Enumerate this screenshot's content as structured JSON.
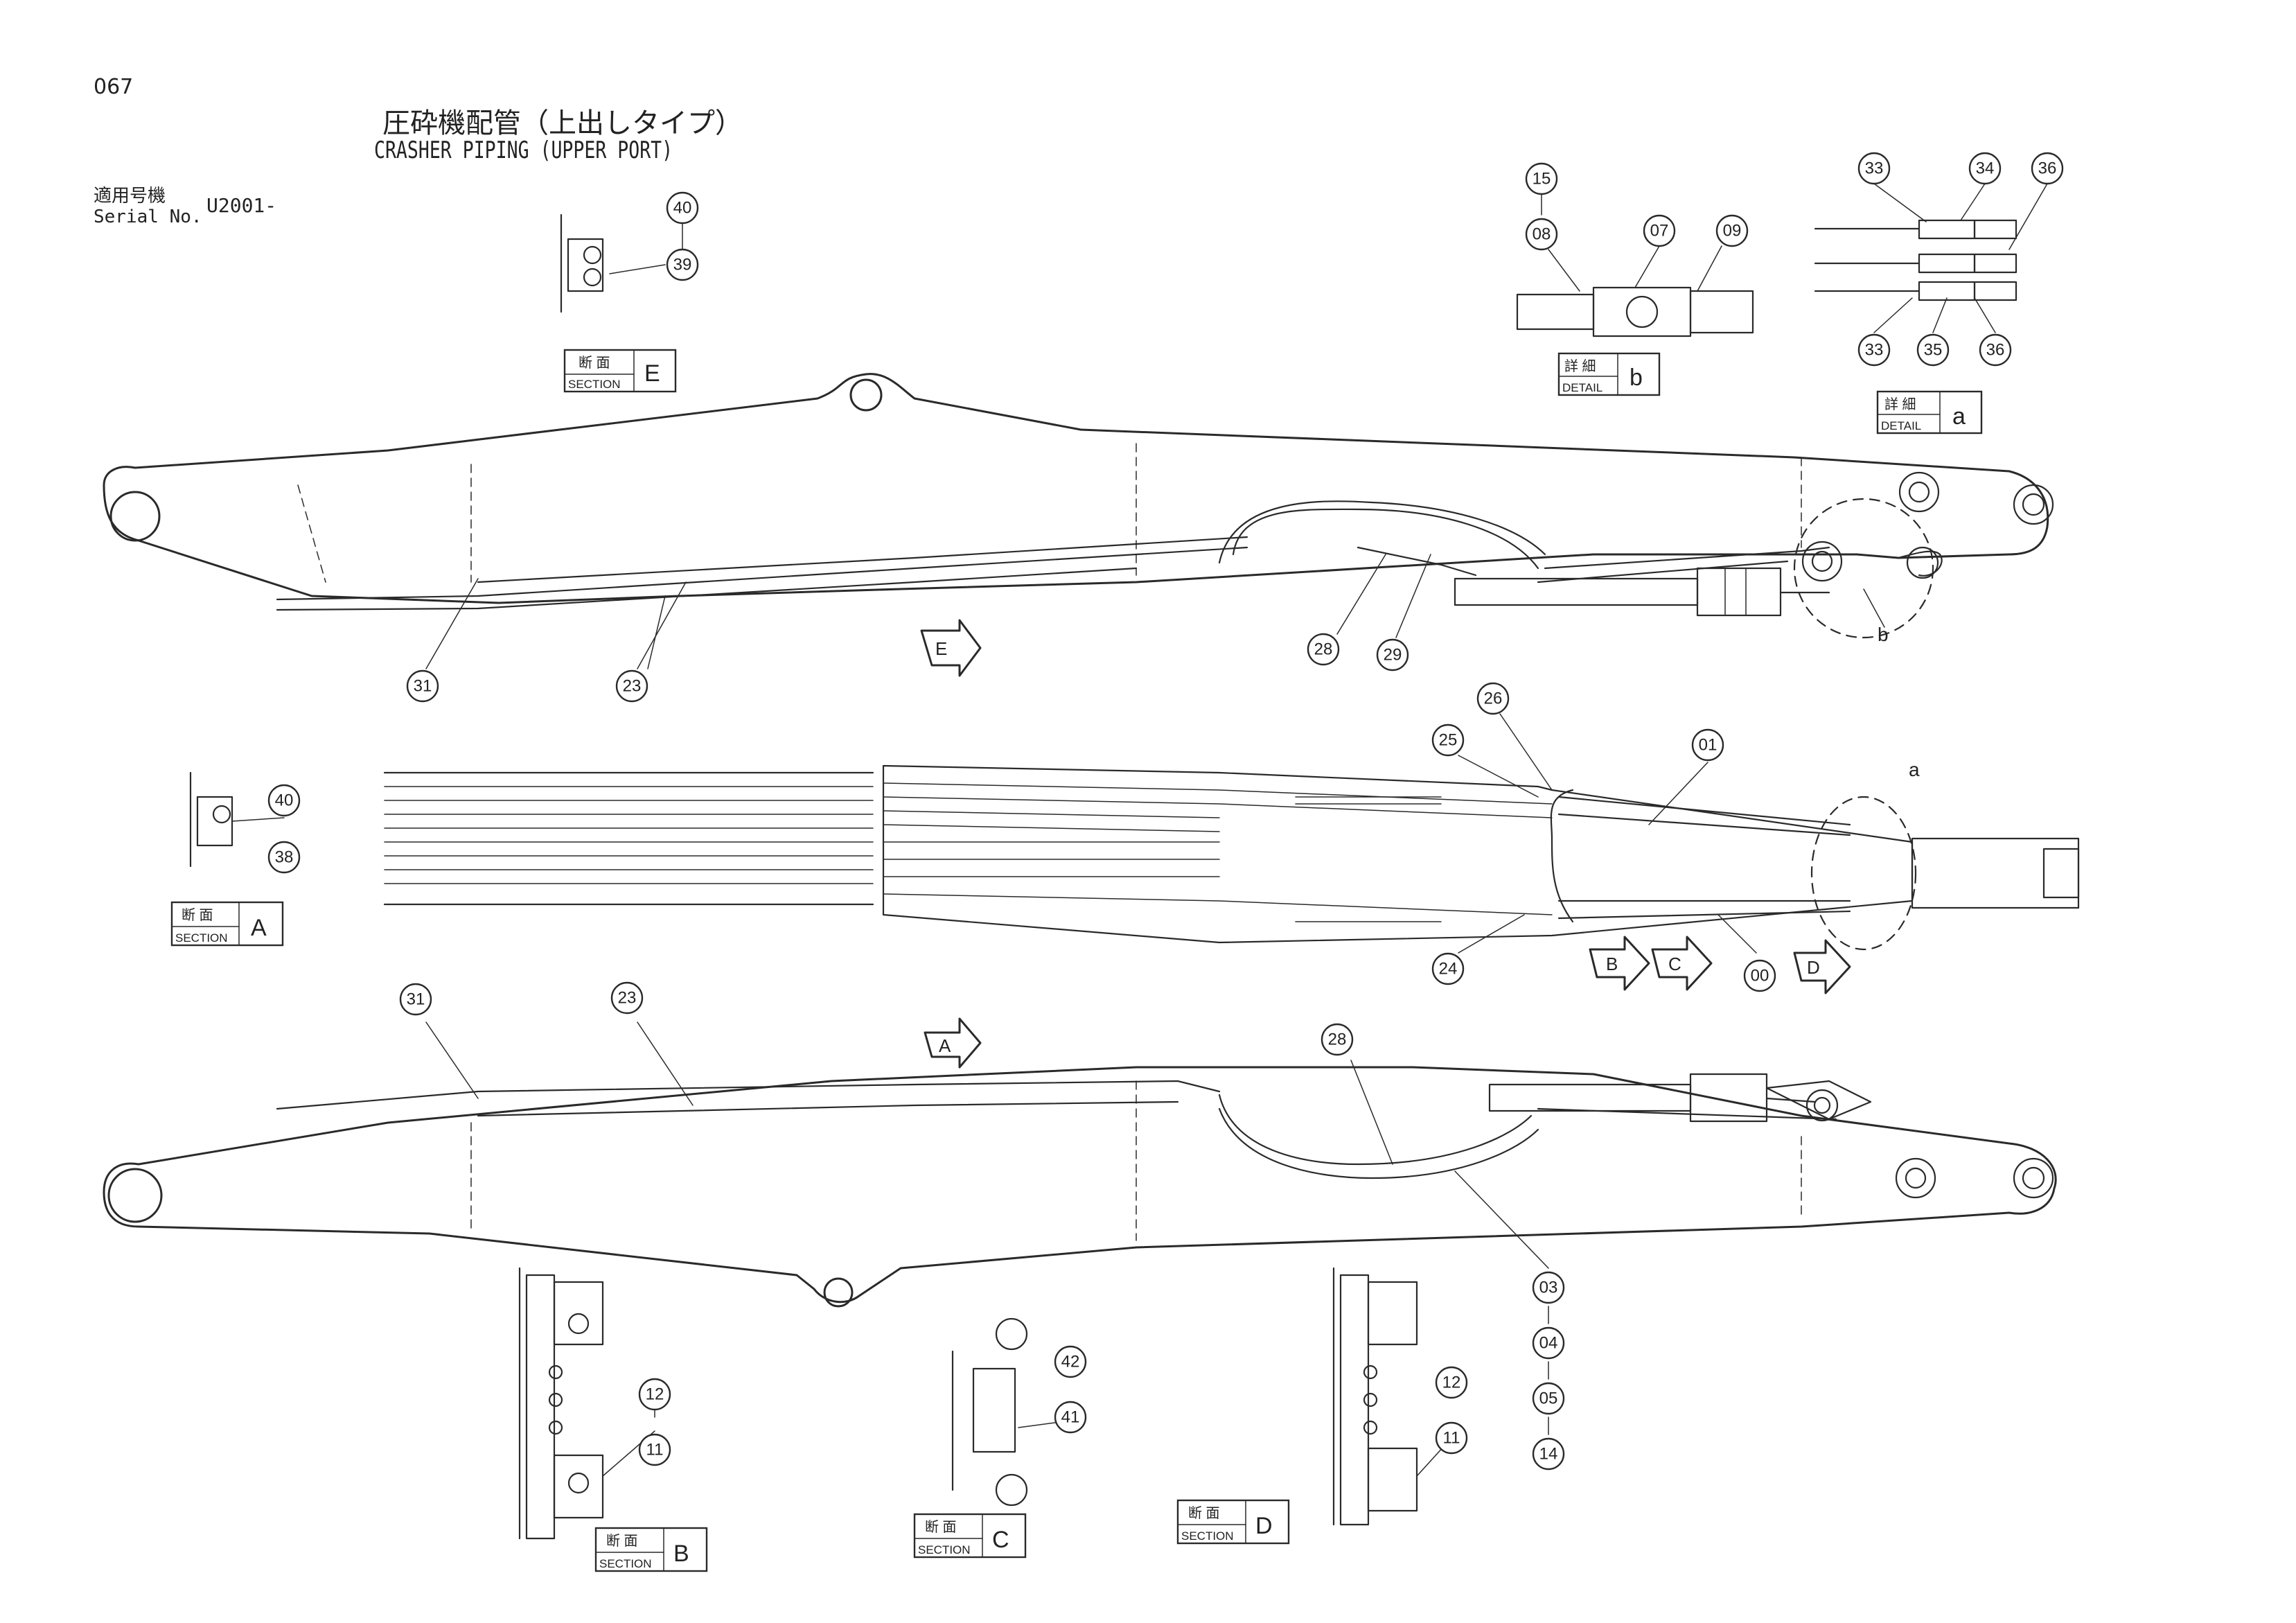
{
  "page_number": "067",
  "title_jp": "圧砕機配管（上出しタイプ）",
  "title_en": "CRASHER PIPING (UPPER PORT)",
  "serial_label_jp": "適用号機",
  "serial_label_en": "Serial No.",
  "serial_value": "U2001-",
  "boxes": [
    {
      "id": "section-e",
      "jp": "断 面",
      "en": "SECTION",
      "letter": "E"
    },
    {
      "id": "detail-b",
      "jp": "詳 細",
      "en": "DETAIL",
      "letter": "b"
    },
    {
      "id": "detail-a",
      "jp": "詳 細",
      "en": "DETAIL",
      "letter": "a"
    },
    {
      "id": "section-a",
      "jp": "断 面",
      "en": "SECTION",
      "letter": "A"
    },
    {
      "id": "section-b",
      "jp": "断 面",
      "en": "SECTION",
      "letter": "B"
    },
    {
      "id": "section-c",
      "jp": "断 面",
      "en": "SECTION",
      "letter": "C"
    },
    {
      "id": "section-d",
      "jp": "断 面",
      "en": "SECTION",
      "letter": "D"
    }
  ],
  "view_arrows": [
    "E",
    "A",
    "B",
    "C",
    "D"
  ],
  "detail_marks": [
    "b",
    "a"
  ],
  "callouts": [
    "40",
    "39",
    "15",
    "08",
    "07",
    "09",
    "33",
    "34",
    "36",
    "33",
    "35",
    "36",
    "28",
    "29",
    "31",
    "23",
    "26",
    "25",
    "01",
    "24",
    "00",
    "40",
    "38",
    "31",
    "23",
    "28",
    "03",
    "04",
    "05",
    "14",
    "12",
    "11",
    "42",
    "41",
    "12",
    "11"
  ]
}
